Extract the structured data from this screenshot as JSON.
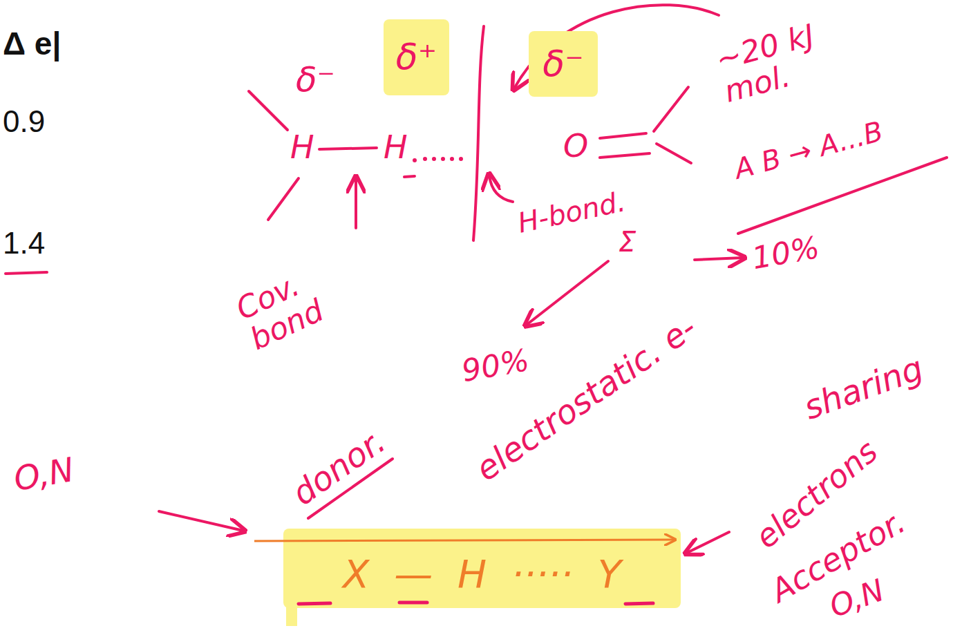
{
  "diagram": {
    "nodes": [
      {
        "text": [
          "δ⁺"
        ]
      },
      {
        "text": [
          "δ⁻"
        ]
      },
      {
        "text": [
          "X — H ····· Y"
        ]
      }
    ],
    "labels": [
      "Δ e|",
      "0.9",
      "1.4",
      "δ⁻",
      "H",
      "H",
      "O",
      "∼20 kJ mol.",
      "A B → A...B",
      "H-bond.",
      "Σ",
      "10%",
      "Cov. bond",
      "90%",
      "electrostatic. e-",
      "sharing",
      "O,N",
      "donor.",
      "electrons",
      "Acceptor.",
      "O,N"
    ]
  }
}
